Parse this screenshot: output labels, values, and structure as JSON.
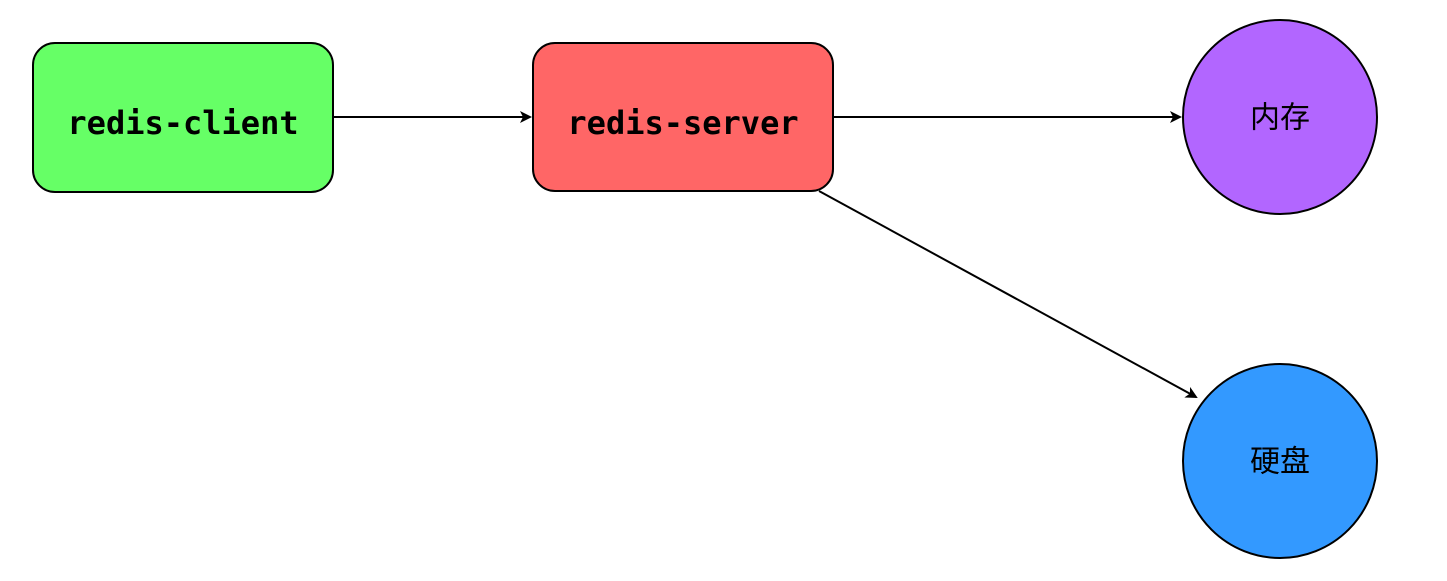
{
  "nodes": {
    "client": {
      "label": "redis-client",
      "color": "#66ff66"
    },
    "server": {
      "label": "redis-server",
      "color": "#ff6666"
    },
    "memory": {
      "label": "内存",
      "color": "#b266ff"
    },
    "disk": {
      "label": "硬盘",
      "color": "#3399ff"
    }
  },
  "edges": [
    {
      "from": "client",
      "to": "server"
    },
    {
      "from": "server",
      "to": "memory"
    },
    {
      "from": "server",
      "to": "disk"
    }
  ]
}
